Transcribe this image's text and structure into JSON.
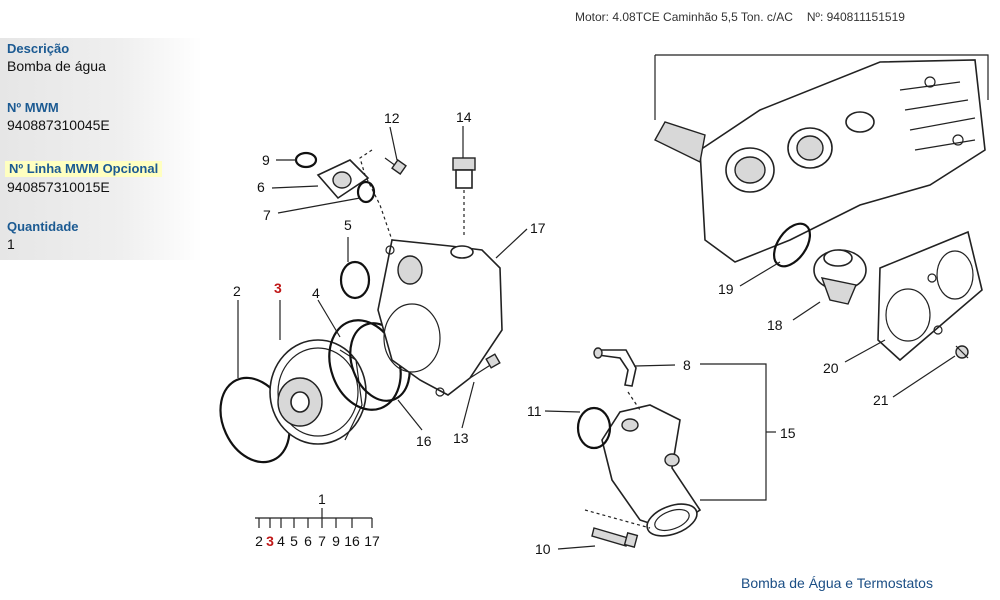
{
  "header": {
    "motor": "Motor: 4.08TCE Caminhão 5,5 Ton. c/AC",
    "numero": "Nº: 940811151519"
  },
  "info": {
    "descricao_label": "Descrição",
    "descricao_value": "Bomba de água",
    "mwm_label": "Nº MWM",
    "mwm_value": "940887310045E",
    "linha_label": "Nº Linha MWM Opcional",
    "linha_value": "940857310015E",
    "quantidade_label": "Quantidade",
    "quantidade_value": "1"
  },
  "callouts": [
    "1",
    "2",
    "3",
    "4",
    "5",
    "6",
    "7",
    "8",
    "9",
    "10",
    "11",
    "12",
    "13",
    "14",
    "15",
    "16",
    "17",
    "18",
    "19",
    "20",
    "21"
  ],
  "assembly_list": {
    "parent": "1",
    "items": [
      "2",
      "3",
      "4",
      "5",
      "6",
      "7",
      "9",
      "16",
      "17"
    ],
    "highlighted": "3"
  },
  "highlight_color": "#c01818",
  "caption": "Bomba de Água e Termostatos"
}
